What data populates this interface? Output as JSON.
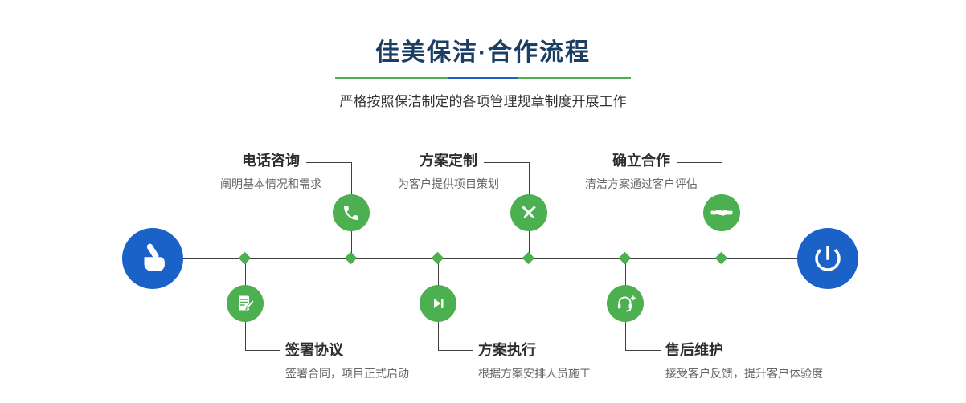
{
  "header": {
    "title": "佳美保洁·合作流程",
    "subtitle": "严格按照保洁制定的各项管理规章制度开展工作"
  },
  "colors": {
    "green": "#4cb050",
    "blue": "#1a62c8",
    "navy": "#1d3e63",
    "line": "#404040"
  },
  "steps_top": [
    {
      "title": "电话咨询",
      "desc": "阐明基本情况和需求",
      "icon": "phone-icon"
    },
    {
      "title": "方案定制",
      "desc": "为客户提供项目策划",
      "icon": "design-pencils-icon"
    },
    {
      "title": "确立合作",
      "desc": "清洁方案通过客户评估",
      "icon": "handshake-icon"
    }
  ],
  "steps_bottom": [
    {
      "title": "签署协议",
      "desc": "签署合同，项目正式启动",
      "icon": "contract-icon"
    },
    {
      "title": "方案执行",
      "desc": "根据方案安排人员施工",
      "icon": "play-icon"
    },
    {
      "title": "售后维护",
      "desc": "接受客户反馈，提升客户体验度",
      "icon": "headset-icon"
    }
  ],
  "endpoints": {
    "start_icon": "pointing-hand-icon",
    "end_icon": "power-icon"
  }
}
